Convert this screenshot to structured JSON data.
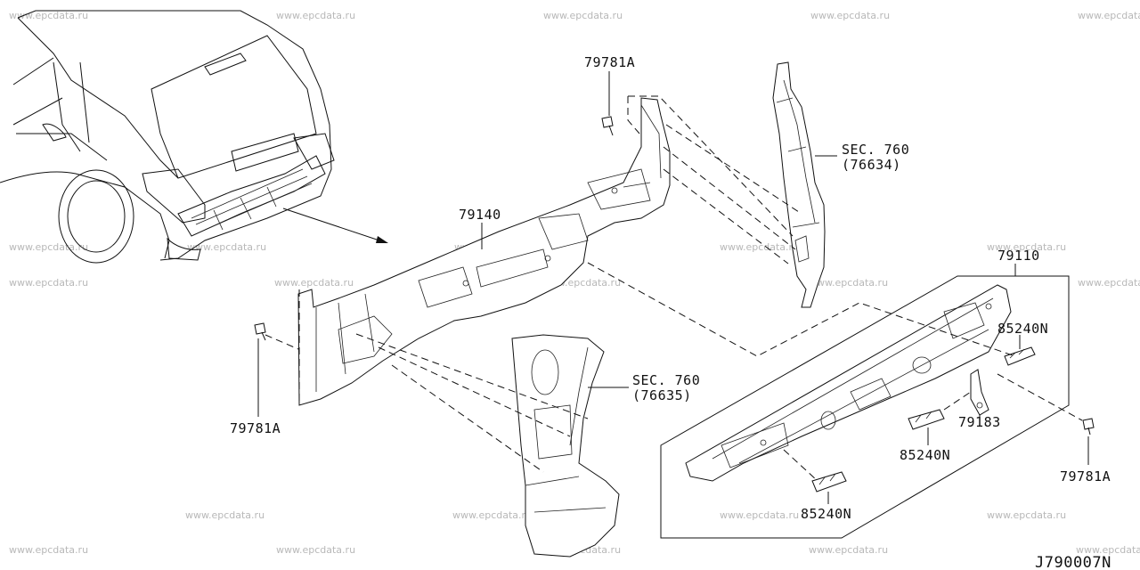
{
  "watermark": "www.epcdata.ru",
  "diagram_code": "J790007N",
  "labels": {
    "bolt_top": "79781A",
    "bolt_left": "79781A",
    "bolt_right": "79781A",
    "panel_main": "79140",
    "sec_right_line1": "SEC. 760",
    "sec_right_line2": "(76634)",
    "sec_lower_line1": "SEC. 760",
    "sec_lower_line2": "(76635)",
    "member_rear": "79110",
    "clip_right": "85240N",
    "clip_mid": "85240N",
    "clip_bottom": "85240N",
    "bracket": "79183"
  }
}
